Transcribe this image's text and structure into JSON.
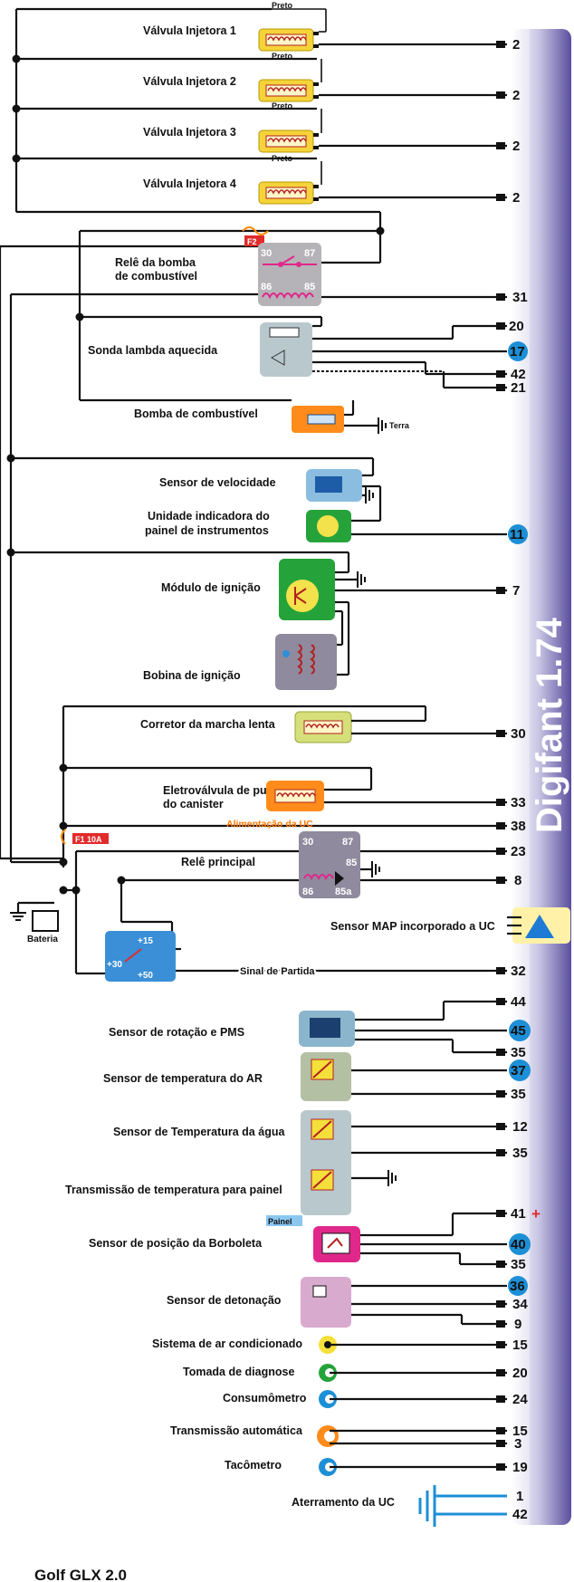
{
  "ecu": {
    "name": "Digifant 1.74"
  },
  "footer": {
    "model": "Golf GLX 2.0"
  },
  "wire_colors": {
    "preto": "Preto"
  },
  "fuses": {
    "f2": "F2",
    "f1": "F1 10A"
  },
  "labels": {
    "alimentacao": "Alimentação da UC",
    "sinal_partida": "Sinal de Partida",
    "terra": "Terra",
    "painel": "Painel",
    "bateria": "Bateria"
  },
  "components": {
    "injector_1": "Válvula Injetora 1",
    "injector_2": "Válvula Injetora 2",
    "injector_3": "Válvula Injetora 3",
    "injector_4": "Válvula Injetora 4",
    "fuel_pump_relay_1": "Relê da bomba",
    "fuel_pump_relay_2": "de combustível",
    "lambda": "Sonda lambda aquecida",
    "fuel_pump": "Bomba de combustível",
    "speed_sensor": "Sensor de velocidade",
    "cluster_1": "Unidade indicadora do",
    "cluster_2": "painel de instrumentos",
    "ignition_module": "Módulo de ignição",
    "ignition_coil": "Bobina de ignição",
    "idle_corrector": "Corretor da marcha lenta",
    "purge_1": "Eletroválvula de purga",
    "purge_2": "do canister",
    "main_relay": "Relê principal",
    "map_sensor": "Sensor MAP incorporado a UC",
    "rpm_sensor": "Sensor de rotação e PMS",
    "air_temp": "Sensor de temperatura do AR",
    "water_temp": "Sensor de Temperatura da água",
    "temp_gauge": "Transmissão de temperatura para painel",
    "tps": "Sensor de posição da Borboleta",
    "knock": "Sensor de detonação",
    "ac": "Sistema de ar condicionado",
    "diag": "Tomada de diagnose",
    "consumption": "Consumômetro",
    "auto_trans": "Transmissão automática",
    "tach": "Tacômetro",
    "ground": "Aterramento da UC"
  },
  "relay_terminals": {
    "t30": "30",
    "t87": "87",
    "t86": "86",
    "t85": "85",
    "t85a": "85a"
  },
  "ignition_switch": {
    "t15": "+15",
    "t30": "+30",
    "t50": "+50"
  },
  "pins": {
    "inj1": "2",
    "inj2": "2",
    "inj3": "2",
    "inj4": "2",
    "relay": "31",
    "lambda_a": "20",
    "lambda_b": "17",
    "lambda_c": "42",
    "lambda_d": "21",
    "cluster": "11",
    "ignition": "7",
    "idle": "30",
    "purge": "33",
    "feed": "38",
    "main_a": "23",
    "main_b": "8",
    "start": "32",
    "rpm_a": "44",
    "rpm_b": "45",
    "rpm_c": "35",
    "air_a": "37",
    "air_b": "35",
    "water_a": "12",
    "water_b": "35",
    "tps_a": "41",
    "tps_b": "40",
    "tps_c": "35",
    "knock_a": "36",
    "knock_b": "34",
    "knock_c": "9",
    "ac": "15",
    "diag": "20",
    "consumption": "24",
    "at_a": "15",
    "at_b": "3",
    "tach": "19",
    "gnd_a": "1",
    "gnd_b": "42"
  }
}
